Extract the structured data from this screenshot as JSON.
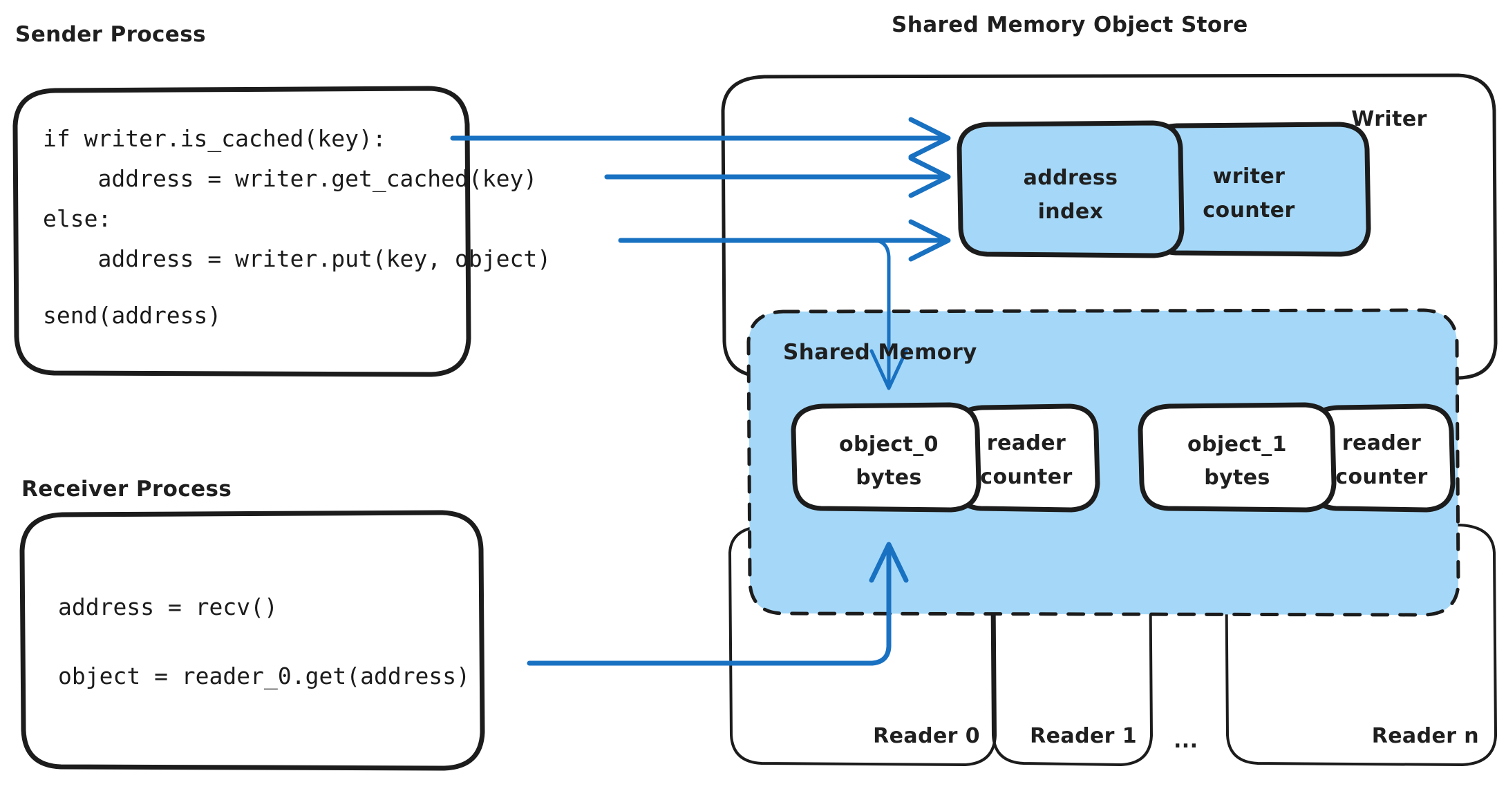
{
  "diagram": {
    "title_sender": "Sender Process",
    "title_receiver": "Receiver Process",
    "title_store": "Shared Memory Object Store",
    "label_writer": "Writer",
    "label_shared_memory": "Shared Memory",
    "label_address_index": "address\nindex",
    "label_address_index_l1": "address",
    "label_address_index_l2": "index",
    "label_writer_counter_l1": "writer",
    "label_writer_counter_l2": "counter",
    "label_object0_l1": "object_0",
    "label_object0_l2": "bytes",
    "label_object1_l1": "object_1",
    "label_object1_l2": "bytes",
    "label_reader_counter0_l1": "reader",
    "label_reader_counter0_l2": "counter",
    "label_reader_counter1_l1": "reader",
    "label_reader_counter1_l2": "counter",
    "label_reader0": "Reader 0",
    "label_reader1": "Reader 1",
    "label_reader_ellipsis": "...",
    "label_readern": "Reader n"
  },
  "sender_code": {
    "line1": "if writer.is_cached(key):",
    "line2": "    address = writer.get_cached(key)",
    "line3": "else:",
    "line4": "    address = writer.put(key, object)",
    "line5": "send(address)"
  },
  "receiver_code": {
    "line1": "address = recv()",
    "line2": "object = reader_0.get(address)"
  },
  "colors": {
    "ink": "#1c1c1c",
    "accent_blue": "#1971c2",
    "fill_light_blue": "#a5d8f8",
    "background": "#ffffff"
  }
}
